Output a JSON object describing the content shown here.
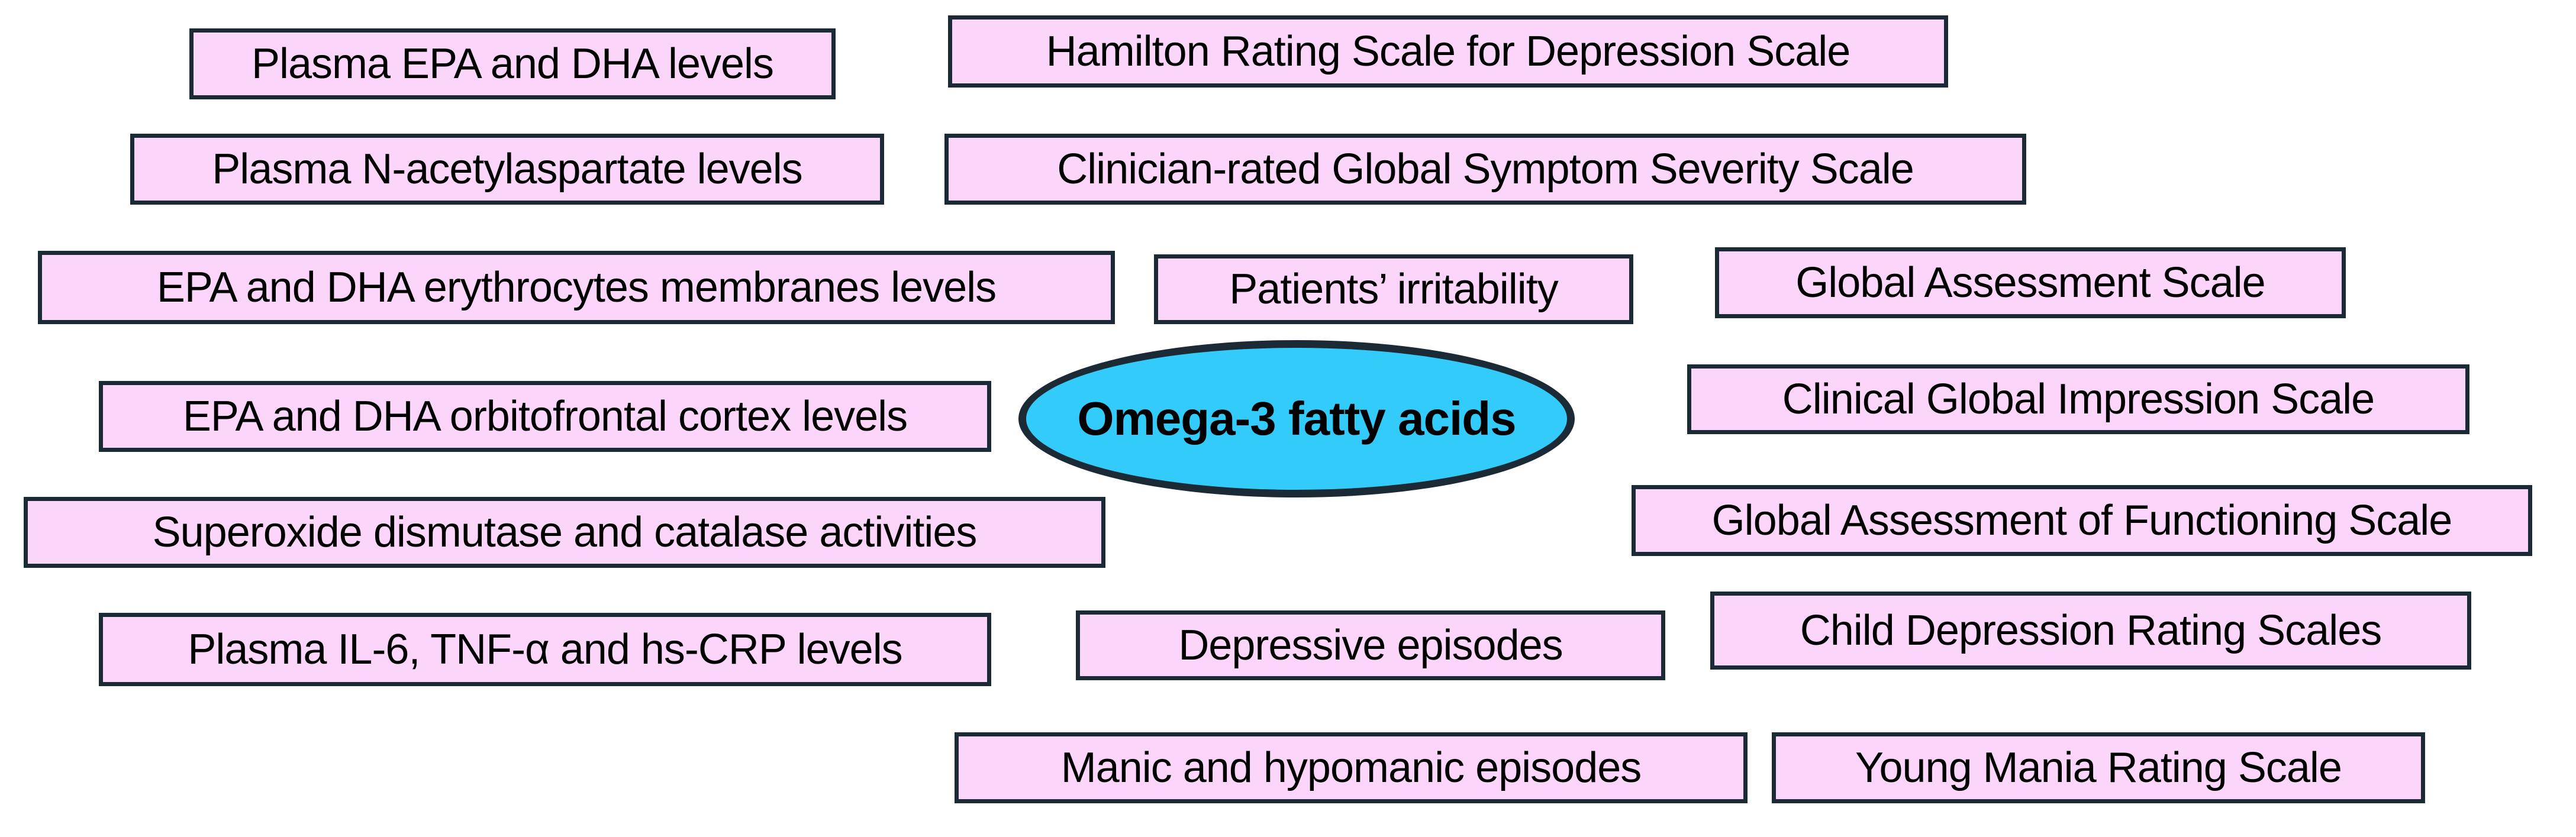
{
  "diagram": {
    "background_color": "#FFFFFF",
    "node_fill_color": "#FBD5FA",
    "node_border_color": "#1B2A35",
    "center_fill_color": "#33CBFA",
    "text_color": "#000000",
    "center": {
      "label": "Omega-3 fatty acids"
    },
    "nodes": [
      {
        "id": "plasma-epa-dha-levels",
        "label": "Plasma EPA and DHA levels"
      },
      {
        "id": "hamilton-rating-scale",
        "label": "Hamilton Rating Scale for Depression Scale"
      },
      {
        "id": "plasma-n-acetylaspartate-levels",
        "label": "Plasma N-acetylaspartate levels"
      },
      {
        "id": "clinician-rated-global-symptom-severity-scale",
        "label": "Clinician-rated Global Symptom Severity Scale"
      },
      {
        "id": "epa-dha-erythrocytes-membranes-levels",
        "label": "EPA and DHA erythrocytes membranes levels"
      },
      {
        "id": "patients-irritability",
        "label": "Patients’ irritability"
      },
      {
        "id": "global-assessment-scale",
        "label": "Global Assessment Scale"
      },
      {
        "id": "epa-dha-orbitofrontal-cortex-levels",
        "label": "EPA and DHA orbitofrontal cortex levels"
      },
      {
        "id": "clinical-global-impression-scale",
        "label": "Clinical Global Impression Scale"
      },
      {
        "id": "superoxide-dismutase-catalase-activities",
        "label": "Superoxide dismutase and catalase activities"
      },
      {
        "id": "global-assessment-of-functioning-scale",
        "label": "Global Assessment of Functioning Scale"
      },
      {
        "id": "plasma-il6-tnfa-hscrp-levels",
        "label": "Plasma IL-6, TNF-α and hs-CRP levels"
      },
      {
        "id": "depressive-episodes",
        "label": "Depressive episodes"
      },
      {
        "id": "child-depression-rating-scales",
        "label": "Child Depression Rating Scales"
      },
      {
        "id": "manic-hypomanic-episodes",
        "label": "Manic and hypomanic episodes"
      },
      {
        "id": "young-mania-rating-scale",
        "label": "Young Mania Rating Scale"
      }
    ]
  }
}
